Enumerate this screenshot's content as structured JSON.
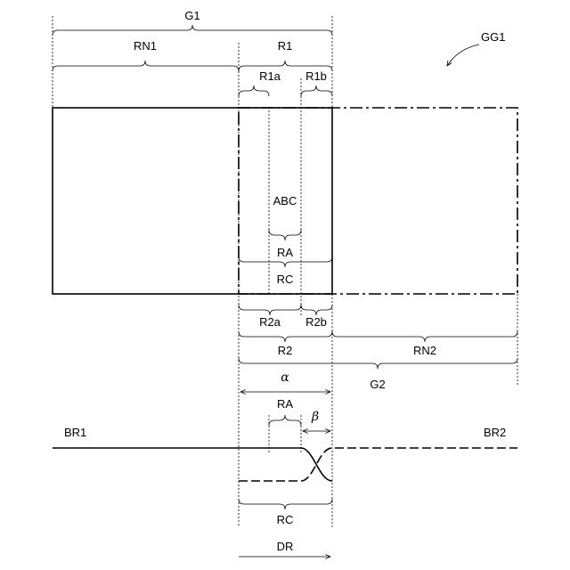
{
  "labels": {
    "G1": "G1",
    "GG1": "GG1",
    "RN1": "RN1",
    "R1": "R1",
    "R1a": "R1a",
    "R1b": "R1b",
    "ABC": "ABC",
    "RA_top": "RA",
    "RC_top": "RC",
    "R2a": "R2a",
    "R2b": "R2b",
    "R2": "R2",
    "RN2": "RN2",
    "alpha": "α",
    "G2": "G2",
    "RA_bottom": "RA",
    "beta": "β",
    "BR1": "BR1",
    "BR2": "BR2",
    "RC_bottom": "RC",
    "DR": "DR"
  }
}
